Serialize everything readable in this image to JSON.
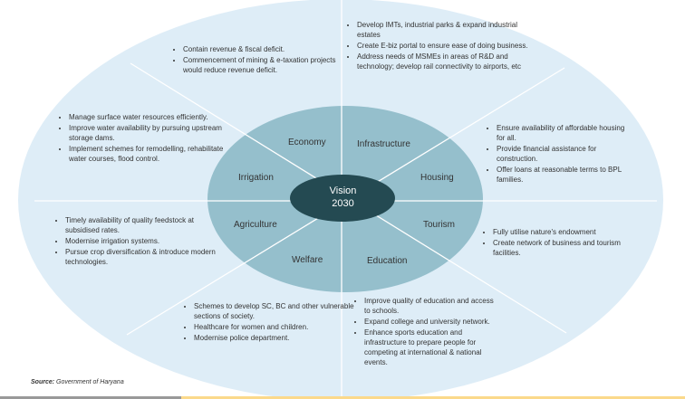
{
  "center": {
    "line1": "Vision",
    "line2": "2030"
  },
  "sectors": [
    "Economy",
    "Infrastructure",
    "Housing",
    "Tourism",
    "Education",
    "Welfare",
    "Agriculture",
    "Irrigation"
  ],
  "bullets": {
    "economy": [
      "Contain revenue & fiscal deficit.",
      "Commencement of mining & e-taxation projects would reduce revenue deficit."
    ],
    "infrastructure": [
      "Develop IMTs, industrial parks & expand industrial estates",
      "Create E-biz portal to ensure ease of doing business.",
      "Address needs of MSMEs in areas of R&D and technology; develop rail connectivity to airports, etc"
    ],
    "housing": [
      "Ensure availability of affordable housing for all.",
      "Provide financial assistance for construction.",
      "Offer loans at reasonable terms to BPL families."
    ],
    "tourism": [
      "Fully utilise nature's endowment",
      "Create network of business and tourism facilities."
    ],
    "education": [
      "Improve quality of education and access to schools.",
      "Expand college and university network.",
      "Enhance sports education and infrastructure to prepare people for competing at international & national events."
    ],
    "welfare": [
      "Schemes to develop SC, BC and other vulnerable sections of society.",
      "Healthcare for women and children.",
      "Modernise police department."
    ],
    "agriculture": [
      "Timely availability of quality feedstock at subsidised rates.",
      "Modernise irrigation systems.",
      "Pursue crop diversification & introduce modern technologies."
    ],
    "irrigation": [
      "Manage surface water resources efficiently.",
      "Improve water availability by pursuing upstream storage dams.",
      "Implement schemes for remodelling, rehabilitate water courses, flood control."
    ]
  },
  "source": {
    "label": "Source:",
    "text": "Government of Haryana"
  },
  "colors": {
    "outer": "#deedf7",
    "inner": "#95bfcc",
    "core": "#244a52"
  }
}
